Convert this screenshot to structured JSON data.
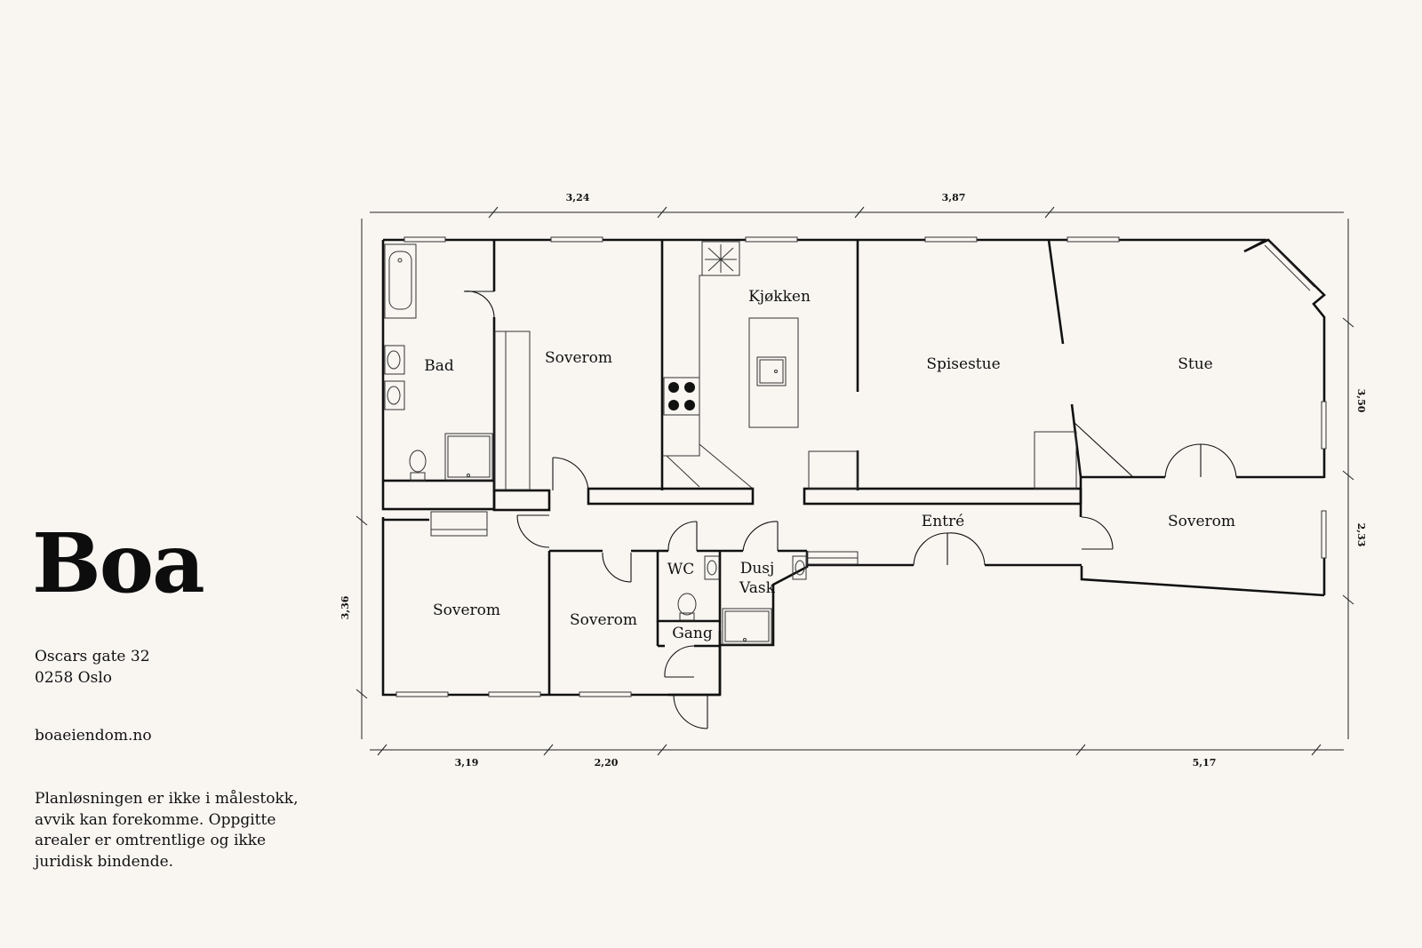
{
  "brand": {
    "name": "Boa"
  },
  "address": {
    "street": "Oscars gate 32",
    "city": "0258 Oslo"
  },
  "website": "boaeiendom.no",
  "disclaimer": "Planløsningen er ikke i målestokk, avvik kan forekomme. Oppgitte arealer er omtrentlige og ikke juridisk bindende.",
  "rooms": {
    "bad": "Bad",
    "soverom_top": "Soverom",
    "kjokken": "Kjøkken",
    "spisestue": "Spisestue",
    "stue": "Stue",
    "soverom_right": "Soverom",
    "entre": "Entré",
    "soverom_bottom_left": "Soverom",
    "soverom_bottom_mid": "Soverom",
    "wc": "WC",
    "dusj": "Dusj",
    "vask": "Vask",
    "gang": "Gang"
  },
  "dimensions": {
    "top_left": "3,24",
    "top_right": "3,87",
    "right_upper": "3,50",
    "right_lower": "2,33",
    "left": "3,36",
    "bottom_left": "3,19",
    "bottom_mid": "2,20",
    "bottom_right": "5,17"
  },
  "colors": {
    "background": "#f9f6f2",
    "ink": "#111111"
  }
}
